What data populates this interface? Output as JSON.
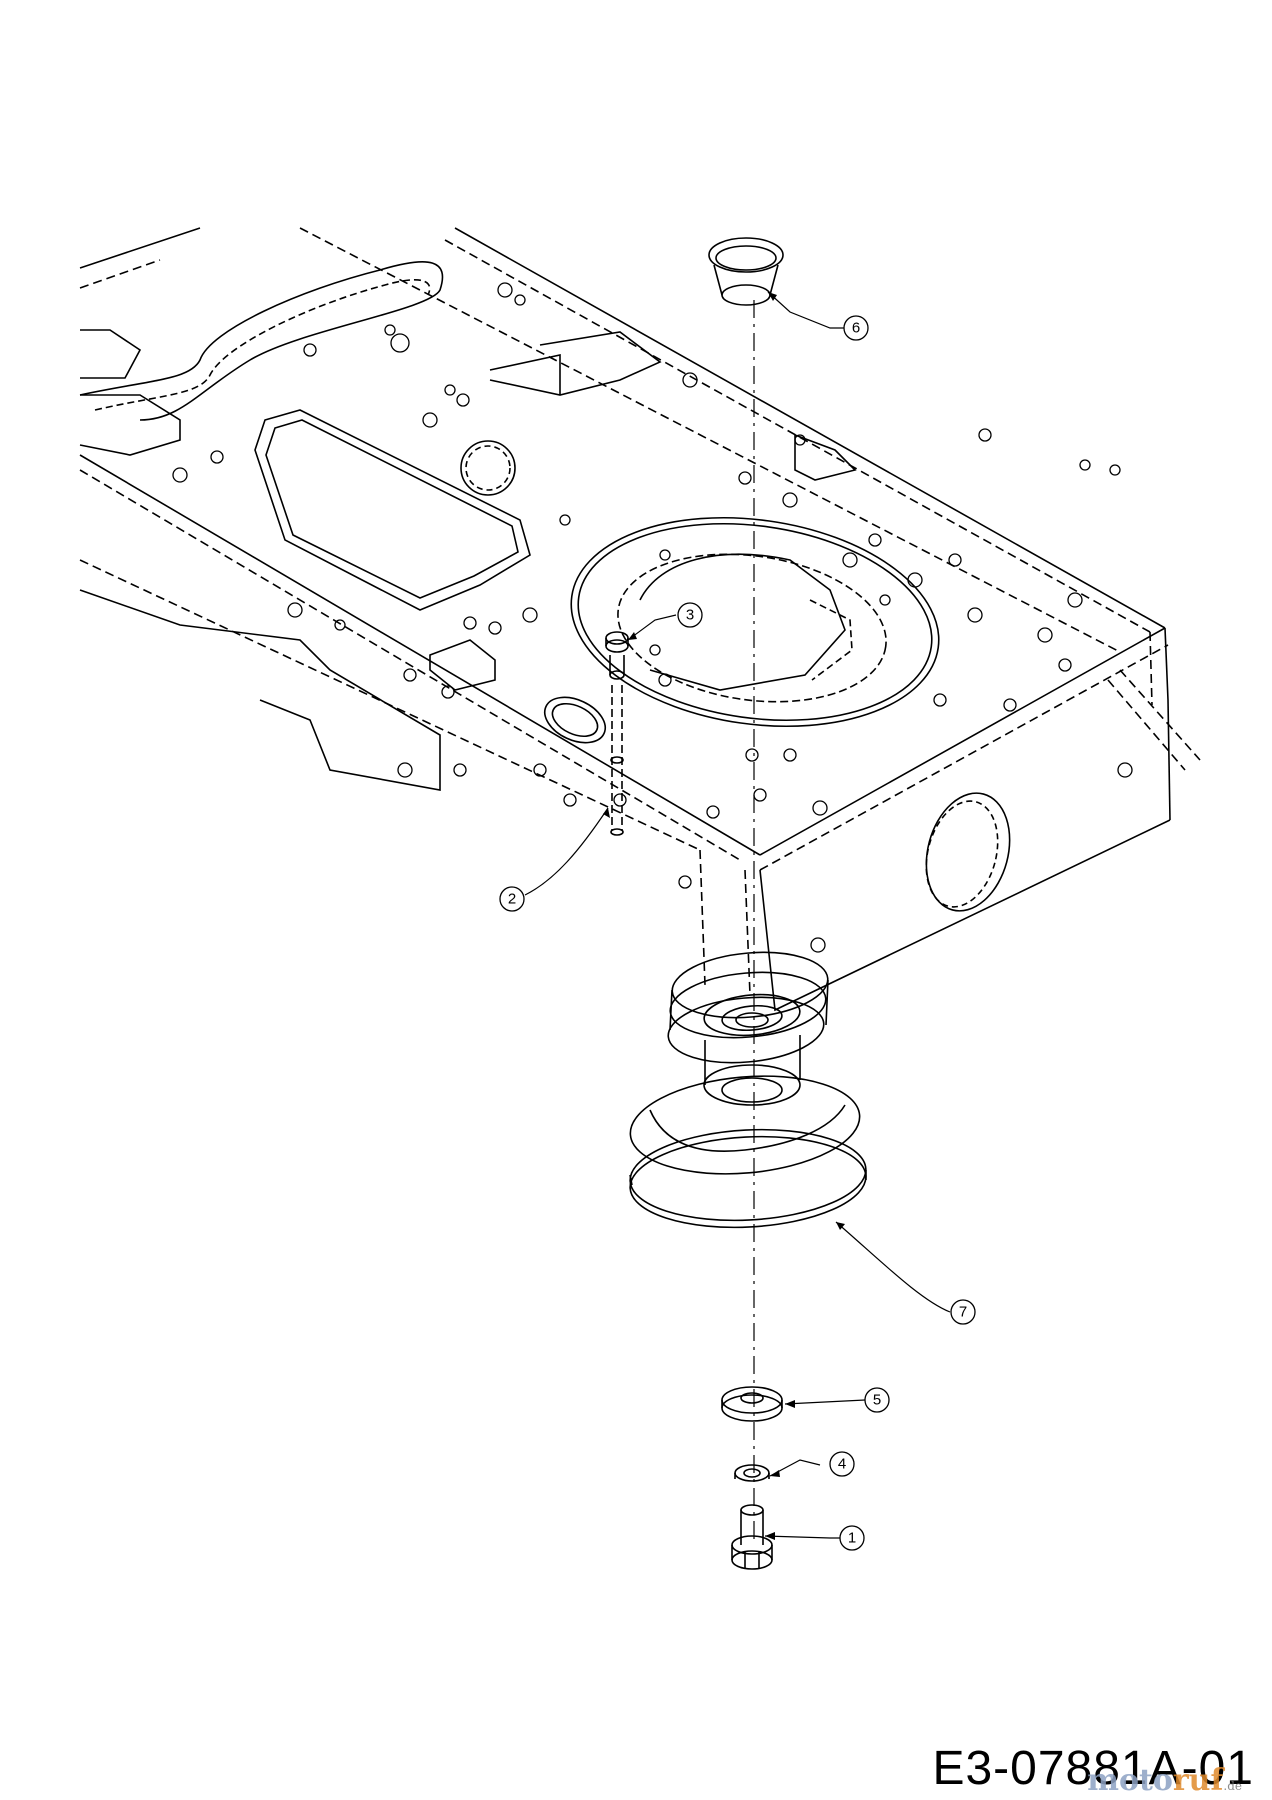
{
  "diagram": {
    "drawing_code": "E3-07881A-01",
    "watermark": {
      "main": "moto",
      "accent": "ruf",
      "suffix": ".de"
    },
    "callouts": [
      {
        "id": "callout-1",
        "label": "1"
      },
      {
        "id": "callout-2",
        "label": "2"
      },
      {
        "id": "callout-3",
        "label": "3"
      },
      {
        "id": "callout-4",
        "label": "4"
      },
      {
        "id": "callout-5",
        "label": "5"
      },
      {
        "id": "callout-6",
        "label": "6"
      },
      {
        "id": "callout-7",
        "label": "7"
      }
    ]
  }
}
